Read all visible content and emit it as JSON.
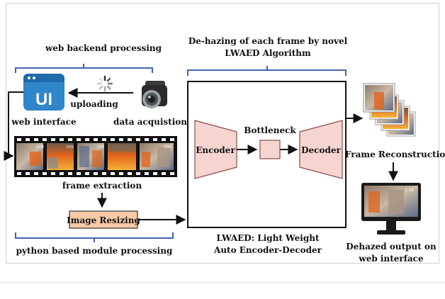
{
  "diagram": {
    "web_backend_label": "web backend processing",
    "uploading_label": "uploading",
    "web_interface_label": "web interface",
    "ui_icon_text": "UI",
    "data_acquisition_label": "data acquistion",
    "frame_extraction_label": "frame extraction",
    "image_resizing_label": "Image Resizing",
    "python_module_label": "python based module processing",
    "dehazing_title_line1": "De-hazing of each frame by novel",
    "dehazing_title_line2": "LWAED Algorithm",
    "encoder_label": "Encoder",
    "bottleneck_label": "Bottleneck",
    "decoder_label": "Decoder",
    "lwaed_caption_line1": "LWAED: Light Weight",
    "lwaed_caption_line2": "Auto Encoder-Decoder",
    "frame_reconstruction_label": "Frame Reconstruction",
    "output_line1": "Dehazed output on",
    "output_line2": "web interface",
    "monitor_timestamp": "1:16",
    "frame_timestamps": [
      "0:00",
      "0:03",
      "1:14",
      "",
      "0:54"
    ]
  },
  "colors": {
    "block_fill": "#f6d5d0",
    "block_stroke": "#8a4a4a",
    "resize_fill": "#f7c9a6",
    "bracket_blue": "#2a4fa8",
    "ui_blue": "#2f86c9"
  }
}
